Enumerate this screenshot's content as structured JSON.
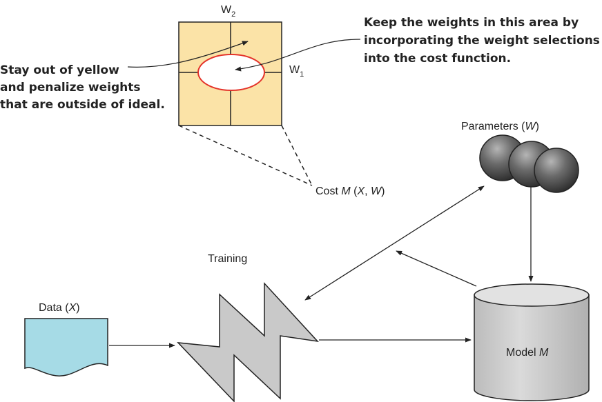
{
  "annotations": {
    "left_note": [
      "Stay out of yellow",
      "and penalize weights",
      "that are outside of ideal."
    ],
    "right_note": [
      "Keep the weights in this area by",
      "incorporating the weight selections",
      "into the cost function."
    ]
  },
  "weight_plot": {
    "axis_top": {
      "base": "W",
      "sub": "2"
    },
    "axis_right": {
      "base": "W",
      "sub": "1"
    }
  },
  "cost": {
    "prefix": "Cost ",
    "m": "M",
    "open": " (",
    "x": "X",
    "comma": ", ",
    "w": "W",
    "close": ")"
  },
  "parameters": {
    "prefix": "Parameters (",
    "w": "W",
    "close": ")"
  },
  "training": {
    "label": "Training"
  },
  "data": {
    "prefix": "Data (",
    "x": "X",
    "close": ")"
  },
  "model": {
    "prefix": "Model ",
    "m": "M"
  },
  "colors": {
    "penalty_region": "#fbe3a7",
    "ideal_region_border": "#e4332a",
    "data_fill": "#a6dbe6",
    "training_fill": "#c9c9c9",
    "model_fill": "#d2d2d2",
    "parameter_sphere": "#555555"
  }
}
